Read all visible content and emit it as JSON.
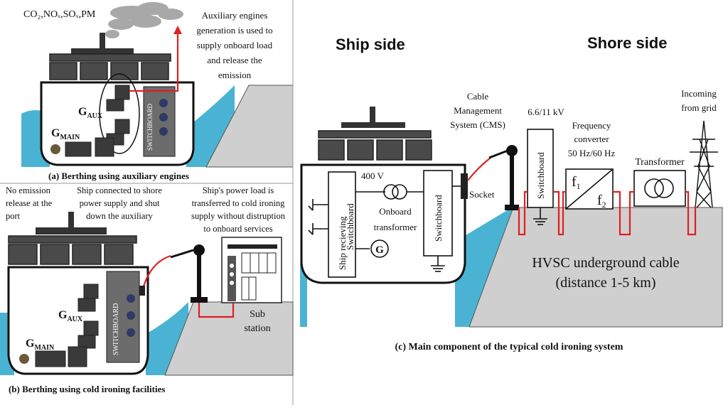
{
  "panel_a": {
    "emission_label": "CO₂,NOₓ,SOₓ,PM",
    "aux_text": [
      "Auxiliary engines",
      "generation is used to",
      "supply onboard load",
      "and release the",
      "emission"
    ],
    "g_aux": "G",
    "g_aux_sub": "AUX",
    "g_main": "G",
    "g_main_sub": "MAIN",
    "switchboard": "SWITCHBOARD",
    "caption": "(a) Berthing using auxiliary engines"
  },
  "panel_b": {
    "note1": [
      "No emission",
      "release at the",
      "port"
    ],
    "note2": [
      "Ship connected to shore",
      "power supply and shut",
      "down the auxiliary"
    ],
    "note3": [
      "Ship's power load is",
      "transferred to cold ironing",
      "supply without distruption",
      "to onboard services"
    ],
    "g_aux": "G",
    "g_aux_sub": "AUX",
    "g_main": "G",
    "g_main_sub": "MAIN",
    "switchboard": "SWITCHBOARD",
    "substation": [
      "Sub",
      "station"
    ],
    "caption": "(b) Berthing using cold ironing facilities"
  },
  "panel_c": {
    "ship_side": "Ship side",
    "shore_side": "Shore side",
    "cms": [
      "Cable",
      "Management",
      "System (CMS)"
    ],
    "voltage_hv": "6.6/11 kV",
    "freq_conv": [
      "Frequency",
      "converter",
      "50 Hz/60 Hz"
    ],
    "incoming": [
      "Incoming",
      "from grid"
    ],
    "voltage_lv": "400 V",
    "ship_recv": [
      "Ship recieving",
      "Switchboard"
    ],
    "onboard_tx": [
      "Onboard",
      "transformer"
    ],
    "switchboard": "Switchboard",
    "socket": "Socket",
    "f1": "f",
    "f1_sub": "1",
    "f2": "f",
    "f2_sub": "2",
    "transformer": "Transformer",
    "generator": "G",
    "cable": [
      "HVSC underground cable",
      "(distance 1-5 km)"
    ],
    "caption": "(c) Main component of the typical cold ironing system"
  }
}
